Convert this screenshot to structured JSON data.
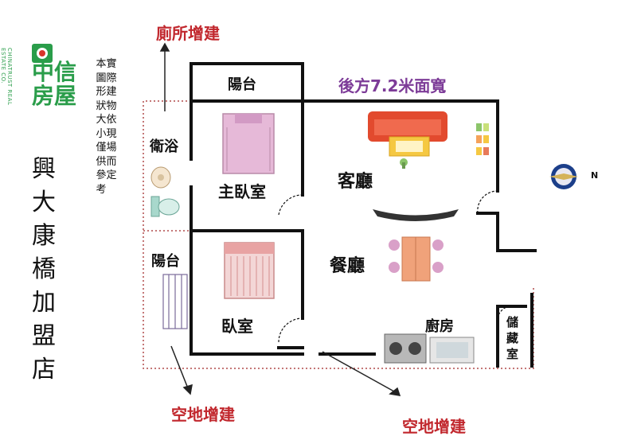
{
  "brand": {
    "logo_text": "中信房屋",
    "logo_subtext": "CHINATRUST REAL ESTATE CO."
  },
  "store": {
    "name": "興大康橋加盟店"
  },
  "note": {
    "col1": "本圖形狀大小僅供參考",
    "col2": "實際建物依現場而定"
  },
  "annotations": {
    "toilet_extension": "廁所增建",
    "rear_width": "後方7.2米面寬",
    "open_space_left": "空地增建",
    "open_space_right": "空地增建"
  },
  "rooms": {
    "balcony_top": "陽台",
    "bathroom": "衛浴",
    "master_bedroom": "主臥室",
    "living_room": "客廳",
    "balcony_left": "陽台",
    "dining_room": "餐廳",
    "bedroom": "臥室",
    "kitchen": "廚房",
    "storage": "儲藏室"
  },
  "compass": {
    "direction_label": "N"
  },
  "colors": {
    "brand_green": "#2a9d4a",
    "annotation_red": "#c1272d",
    "annotation_purple": "#7d3c98",
    "wall": "#111111",
    "dotted_boundary": "#b04a4a",
    "sofa": "#e24a2e",
    "bed_pink": "#e6b9d8",
    "dining_table": "#f0a27a"
  }
}
